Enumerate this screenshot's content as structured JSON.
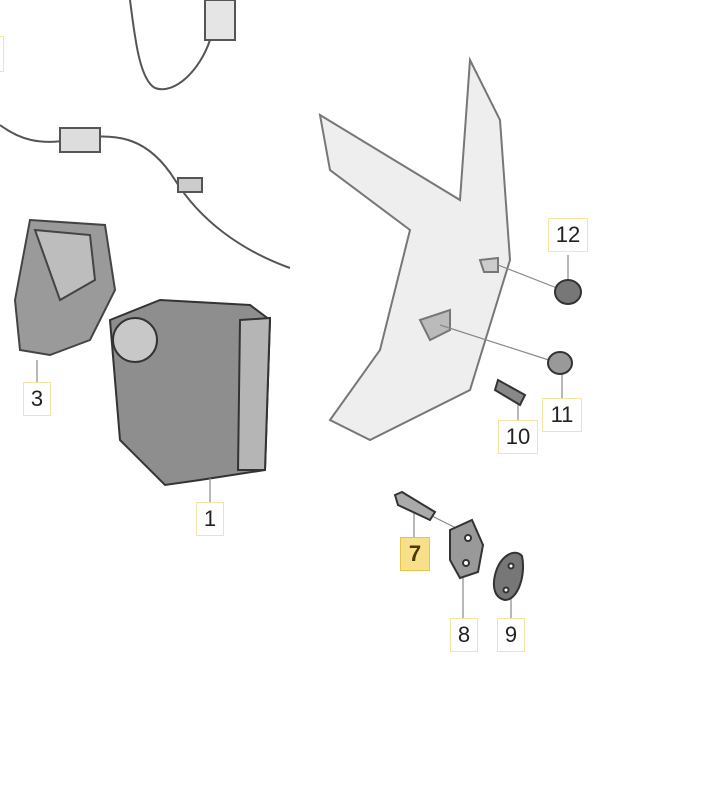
{
  "diagram": {
    "labels": {
      "partial": "",
      "l12": "12",
      "l3": "3",
      "l11": "11",
      "l10": "10",
      "l1": "1",
      "l7": "7",
      "l8": "8",
      "l9": "9"
    },
    "highlight_color": "#f8df8a",
    "label_border_color": "#f6e4a6"
  }
}
